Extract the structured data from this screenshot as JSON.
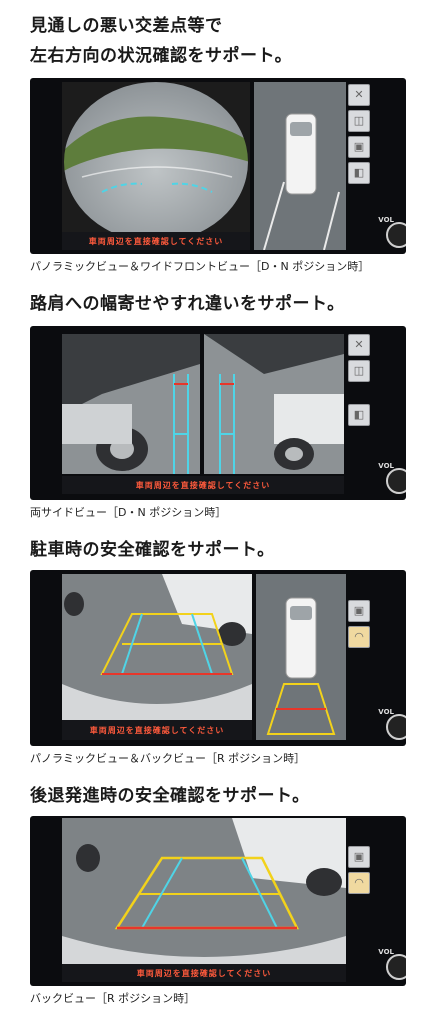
{
  "sections": [
    {
      "heading_line1": "見通しの悪い交差点等で",
      "heading_line2": "左右方向の状況確認をサポート。",
      "warning": "車両周辺を直接確認してください",
      "vol": "VOL",
      "caption": "パノラミックビュー＆ワイドフロントビュー［D・N ポジション時］"
    },
    {
      "heading": "路肩への幅寄せやすれ違いをサポート。",
      "warning": "車両周辺を直接確認してください",
      "vol": "VOL",
      "caption": "両サイドビュー［D・N ポジション時］"
    },
    {
      "heading": "駐車時の安全確認をサポート。",
      "warning": "車両周辺を直接確認してください",
      "vol": "VOL",
      "caption": "パノラミックビュー＆バックビュー［R ポジション時］"
    },
    {
      "heading": "後退発進時の安全確認をサポート。",
      "warning": "車両周辺を直接確認してください",
      "vol": "VOL",
      "caption": "バックビュー［R ポジション時］"
    }
  ],
  "colors": {
    "guide_yellow": "#f2d21b",
    "guide_red": "#e8362a",
    "guide_cyan": "#4fd4e6",
    "warning_text": "#ff5a3c"
  },
  "icons": [
    "close-icon",
    "camera-view-icon",
    "car-top-icon",
    "camera-side-icon",
    "sound-icon"
  ]
}
